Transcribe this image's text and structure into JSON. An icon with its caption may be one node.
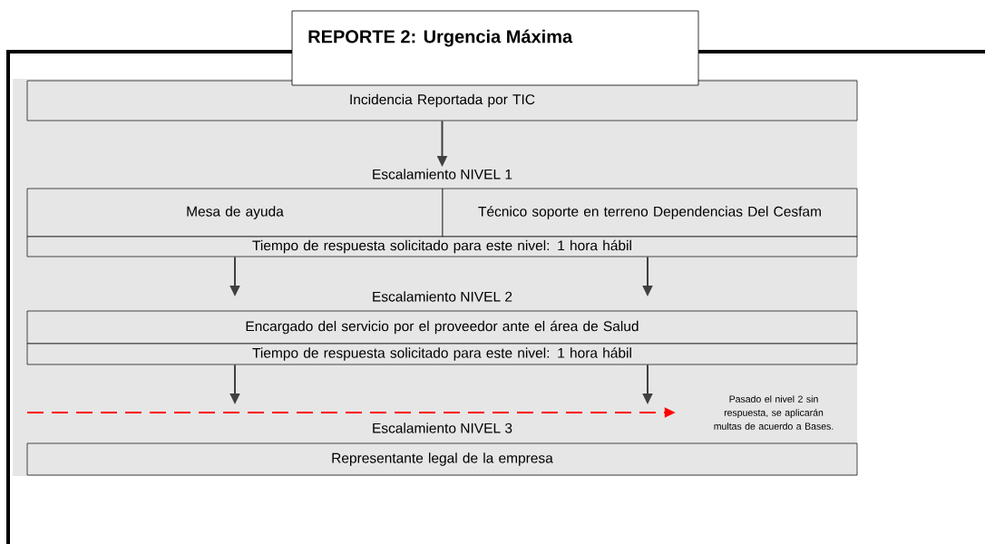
{
  "diagram": {
    "title": "REPORTE 2: Urgencia Máxima",
    "nodes": [
      {
        "text": [
          "Incidencia Reportada por TIC"
        ]
      },
      {
        "text": [
          "Escalamiento NIVEL 1"
        ]
      },
      {
        "text": [
          "Mesa de ayuda"
        ]
      },
      {
        "text": [
          "Técnico soporte en terreno Dependencias Del Cesfam"
        ]
      },
      {
        "text": [
          "Tiempo de respuesta solicitado para este nivel: 1 hora hábil"
        ]
      },
      {
        "text": [
          "Escalamiento NIVEL 2"
        ]
      },
      {
        "text": [
          "Encargado del servicio por el proveedor ante el área de Salud"
        ]
      },
      {
        "text": [
          "Tiempo de respuesta solicitado para este nivel: 1 hora hábil"
        ]
      },
      {
        "text": [
          "Pasado el nivel 2 sin respuesta, se aplicarán multas de acuerdo a Bases."
        ]
      },
      {
        "text": [
          "Escalamiento NIVEL 3"
        ]
      },
      {
        "text": [
          "Representante legal de la empresa"
        ]
      }
    ],
    "edges": [
      {
        "from": 0,
        "to": 1,
        "arrow": "to"
      },
      {
        "from": 4,
        "to": null,
        "arrow": "to"
      },
      {
        "from": 4,
        "to": null,
        "arrow": "to"
      },
      {
        "from": 7,
        "to": null,
        "arrow": "to"
      },
      {
        "from": 7,
        "to": null,
        "arrow": "to"
      },
      {
        "from": null,
        "to": 8,
        "arrow": "to",
        "style": "dashed",
        "color": "#ff0000"
      }
    ]
  }
}
